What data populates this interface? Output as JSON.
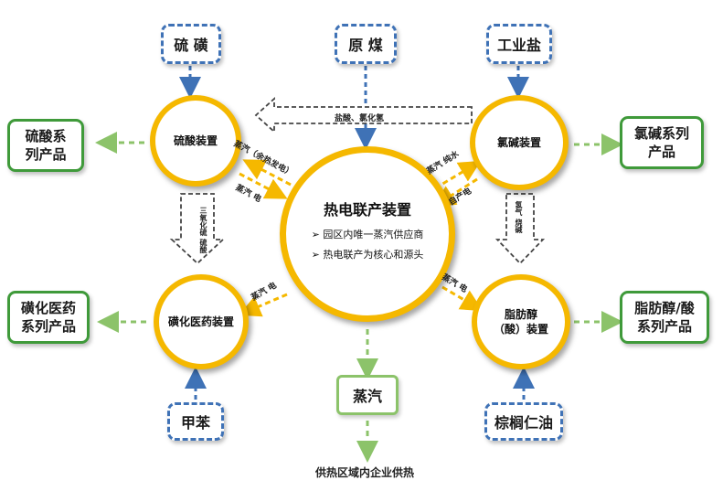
{
  "inputs": {
    "sulfur": "硫 磺",
    "coal": "原 煤",
    "salt": "工业盐",
    "toluene": "甲苯",
    "palm_kernel_oil": "棕榈仁油"
  },
  "devices": {
    "sulfuric": "硫酸装置",
    "chlor_alkali": "氯碱装置",
    "sulfonation": "磺化医药装置",
    "fatty": "脂肪醇（酸）装置",
    "center_title": "热电联产装置",
    "center_bullet_1": "➢ 园区内唯一蒸汽供应商",
    "center_bullet_2": "➢ 热电联产为核心和源头"
  },
  "products": {
    "sulfuric": "硫酸系列产品",
    "chlor_alkali": "氯碱系列产品",
    "sulfonation": "磺化医药系列产品",
    "fatty": "脂肪醇/酸系列产品",
    "steam": "蒸汽"
  },
  "labels": {
    "hcl": "盐酸、氯化氢",
    "steam_waste_heat": "蒸汽（余热发电）",
    "steam_elec_tl": "蒸汽 电",
    "steam_pure_water": "蒸汽 纯水",
    "self_power": "自产电",
    "sulfur_trioxide": "三氧化硫 硫酸",
    "hydrogen_caustic": "氢气 烧碱",
    "steam_elec_bl": "蒸汽 电",
    "steam_elec_br": "蒸汽 电",
    "heat_supply": "供热区域内企业供热"
  },
  "colors": {
    "input_border": "#3f72b6",
    "product_border": "#3f9a3a",
    "ring": "#f5b800",
    "blue_arrow": "#3f72b6",
    "green_arrow": "#8cc36a",
    "orange_arrow": "#f5b800"
  }
}
